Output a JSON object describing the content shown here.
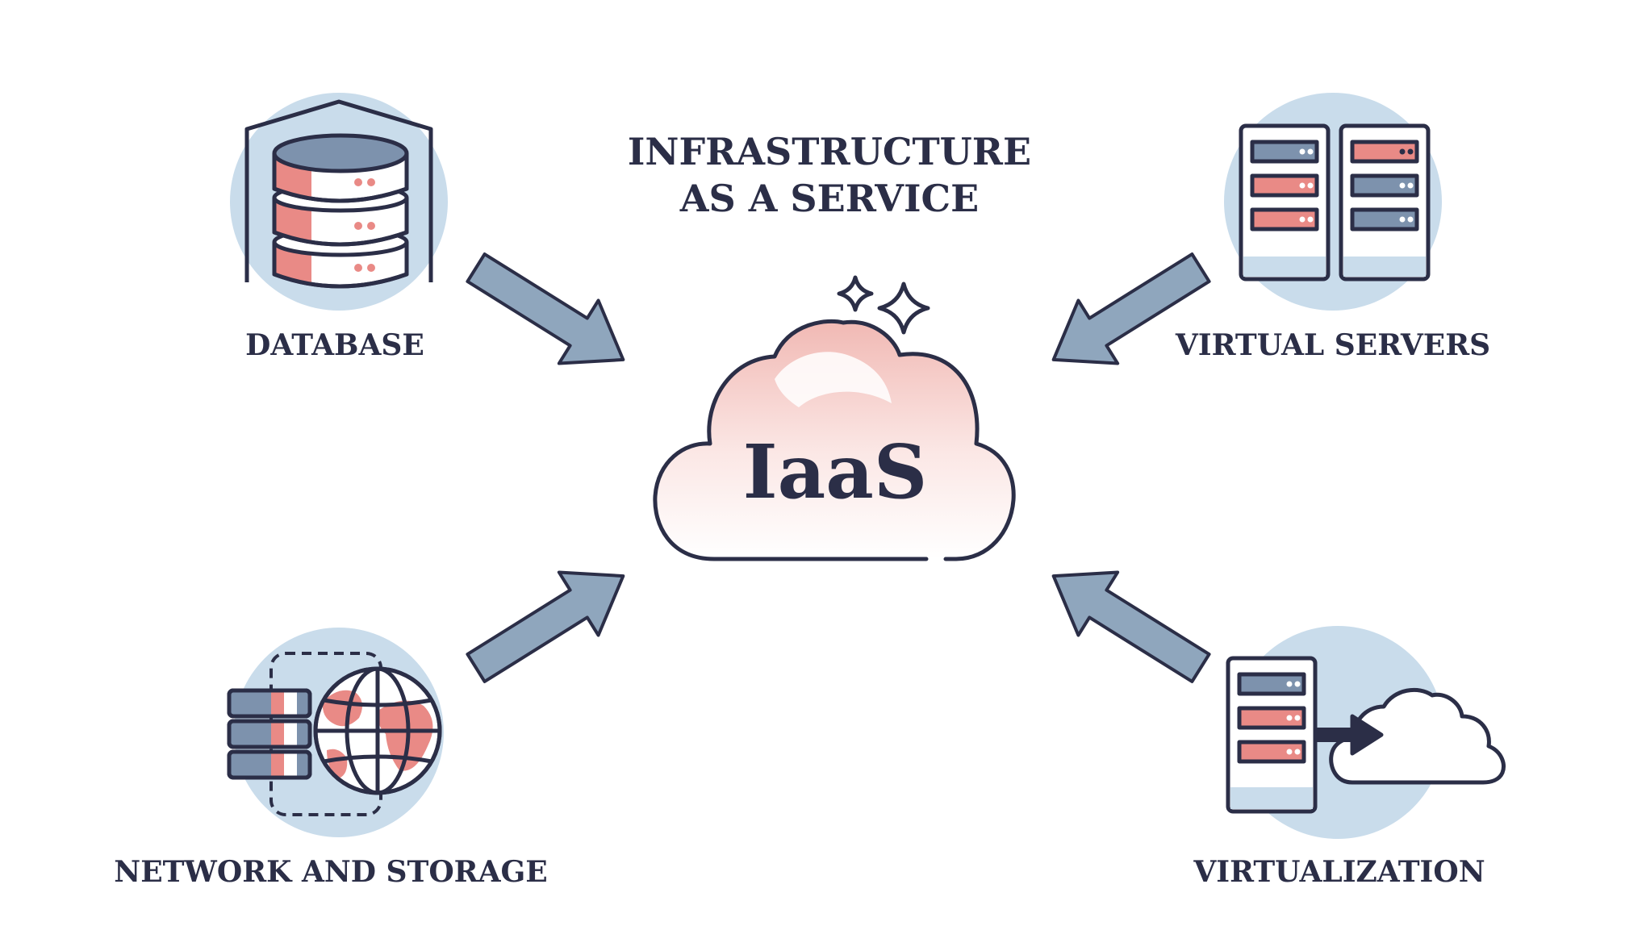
{
  "title": {
    "line1": "INFRASTRUCTURE",
    "line2": "AS A SERVICE"
  },
  "center": {
    "label": "IaaS",
    "icon": "cloud-icon"
  },
  "nodes": [
    {
      "id": "database",
      "label": "DATABASE",
      "icon": "database-icon"
    },
    {
      "id": "virtual-servers",
      "label": "VIRTUAL SERVERS",
      "icon": "server-rack-icon"
    },
    {
      "id": "network-storage",
      "label": "NETWORK AND STORAGE",
      "icon": "globe-network-icon"
    },
    {
      "id": "virtualization",
      "label": "VIRTUALIZATION",
      "icon": "server-to-cloud-icon"
    }
  ],
  "colors": {
    "outline": "#2b2e47",
    "circle_bg": "#c9dceb",
    "arrow_fill": "#8fa6bd",
    "accent_red": "#e98a86",
    "accent_blue": "#7d92ad",
    "cloud_pink": "#f3c4c0"
  }
}
